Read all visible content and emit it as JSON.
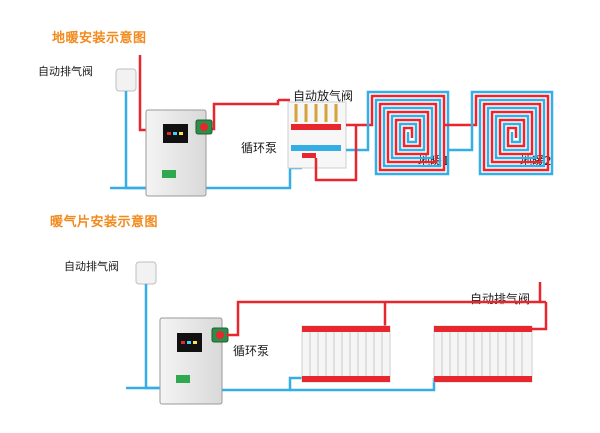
{
  "colors": {
    "title": "#f28a1e",
    "hot": "#e8262d",
    "cold": "#35aee6",
    "boiler_screen": "#111111",
    "boiler_badge": "#2fa84f"
  },
  "floor_heating": {
    "title": "地暖安装示意图",
    "auto_vent_left": "自动排气阀",
    "pump": "循环泵",
    "manifold_vent": "自动放气阀",
    "loop_1": "地暖1",
    "loop_2": "地暖2"
  },
  "radiator": {
    "title": "暖气片安装示意图",
    "auto_vent_left": "自动排气阀",
    "pump": "循环泵",
    "auto_vent_right": "自动排气阀"
  }
}
